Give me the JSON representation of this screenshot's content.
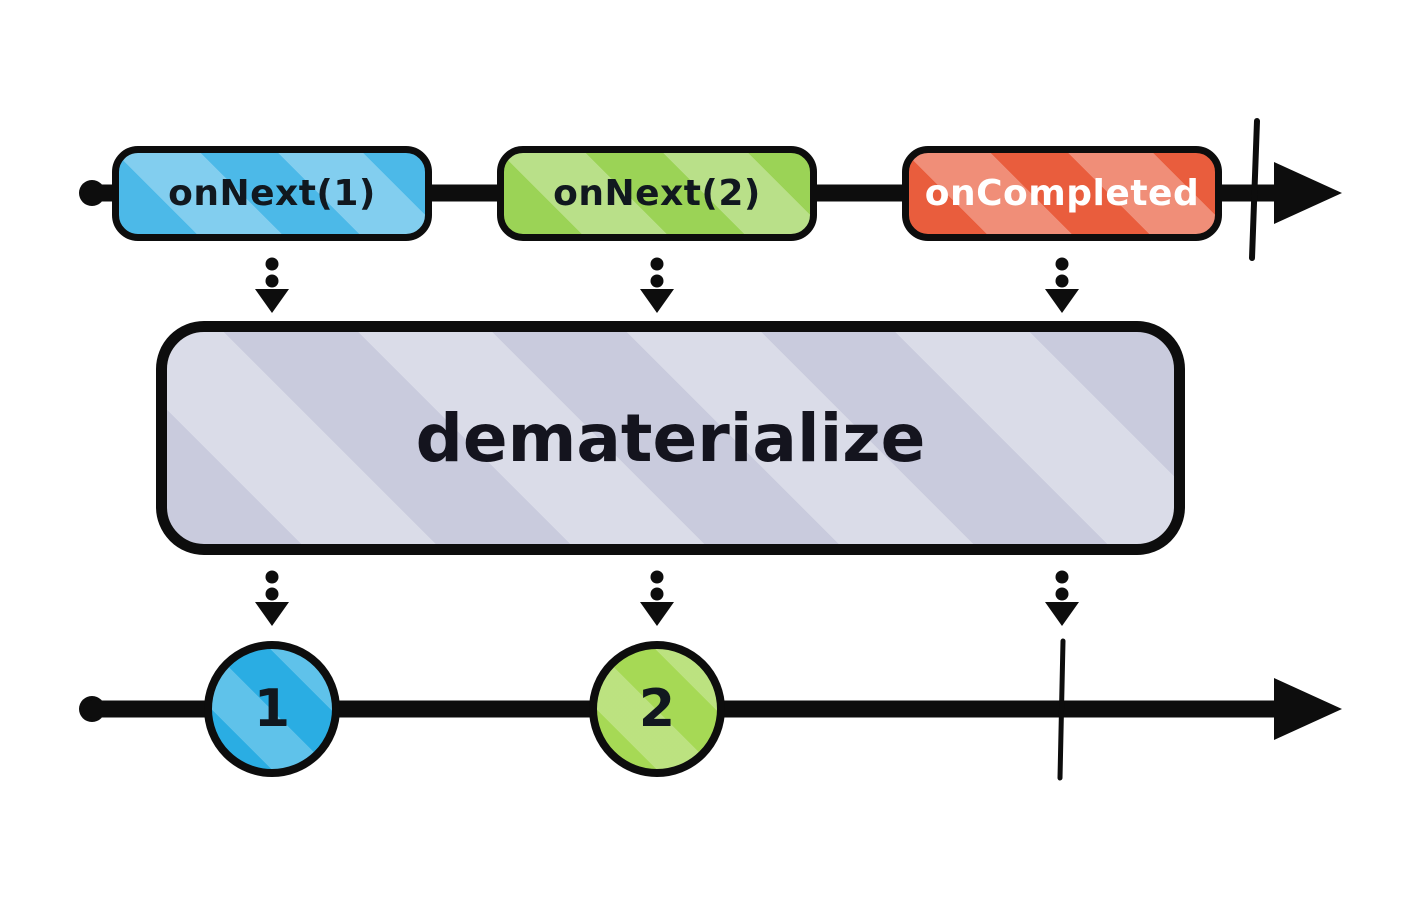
{
  "diagram": {
    "operator": {
      "label": "dematerialize",
      "fill": "#c9cbdd",
      "text_color": "#14141e"
    },
    "source": {
      "events": [
        {
          "type": "notification",
          "label": "onNext(1)",
          "fill": "#4cb9e8",
          "text_color": "#11181f"
        },
        {
          "type": "notification",
          "label": "onNext(2)",
          "fill": "#9bd356",
          "text_color": "#11181f"
        },
        {
          "type": "notification",
          "label": "onCompleted",
          "fill": "#e95d3d",
          "text_color": "#ffffff"
        }
      ],
      "completed": true
    },
    "output": {
      "marbles": [
        {
          "label": "1",
          "fill": "#2aade3",
          "text_color": "#11181f"
        },
        {
          "label": "2",
          "fill": "#a6d955",
          "text_color": "#11181f"
        }
      ],
      "completed": true
    },
    "line_color": "#0d0d0d"
  }
}
